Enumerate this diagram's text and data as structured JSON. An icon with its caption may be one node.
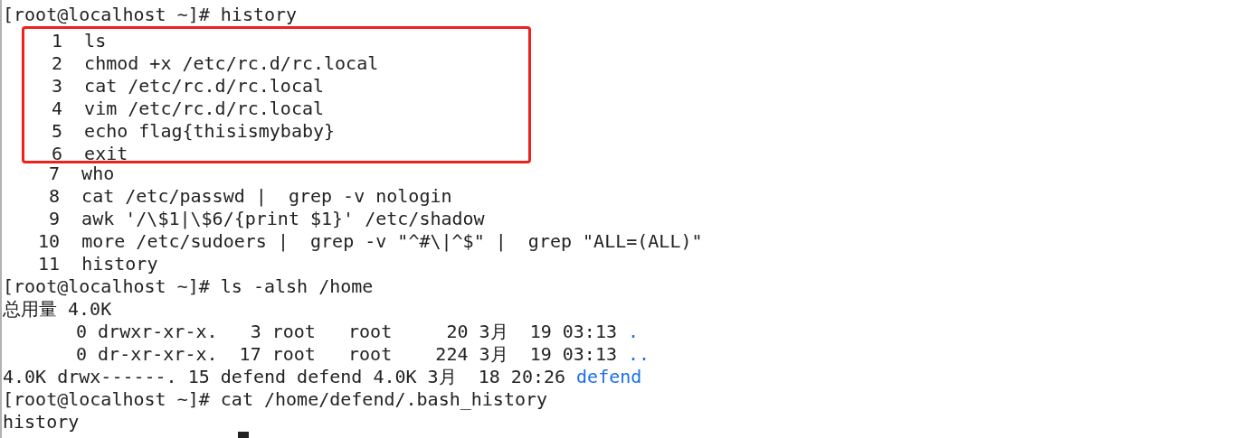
{
  "diagram": {
    "nodes": [
      {
        "text": [
          "1  ls",
          "2  chmod +x /etc/rc.d/rc.local",
          "3  cat /etc/rc.d/rc.local",
          "4  vim /etc/rc.d/rc.local",
          "5  echo flag{thisismybaby}",
          "6  exit"
        ]
      }
    ],
    "labels": [
      "[root@localhost ~]# history",
      "7  who",
      "8  cat /etc/passwd |  grep -v nologin",
      "9  awk '/\\$1|\\$6/{print $1}' /etc/shadow",
      "10  more /etc/sudoers |  grep -v \"^#\\|^$\" |  grep \"ALL=(ALL)\"",
      "11  history",
      "[root@localhost ~]# ls -alsh /home",
      "总用量 4.0K",
      "0 drwxr-xr-x.   3 root   root     20 3月  19 03:13",
      ".",
      "0 dr-xr-xr-x.  17 root   root    224 3月  19 03:13",
      "..",
      "4.0K drwx------. 15 defend defend 4.0K 3月  18 20:26",
      "defend",
      "[root@localhost ~]# cat /home/defend/.bash_history",
      "history"
    ]
  }
}
